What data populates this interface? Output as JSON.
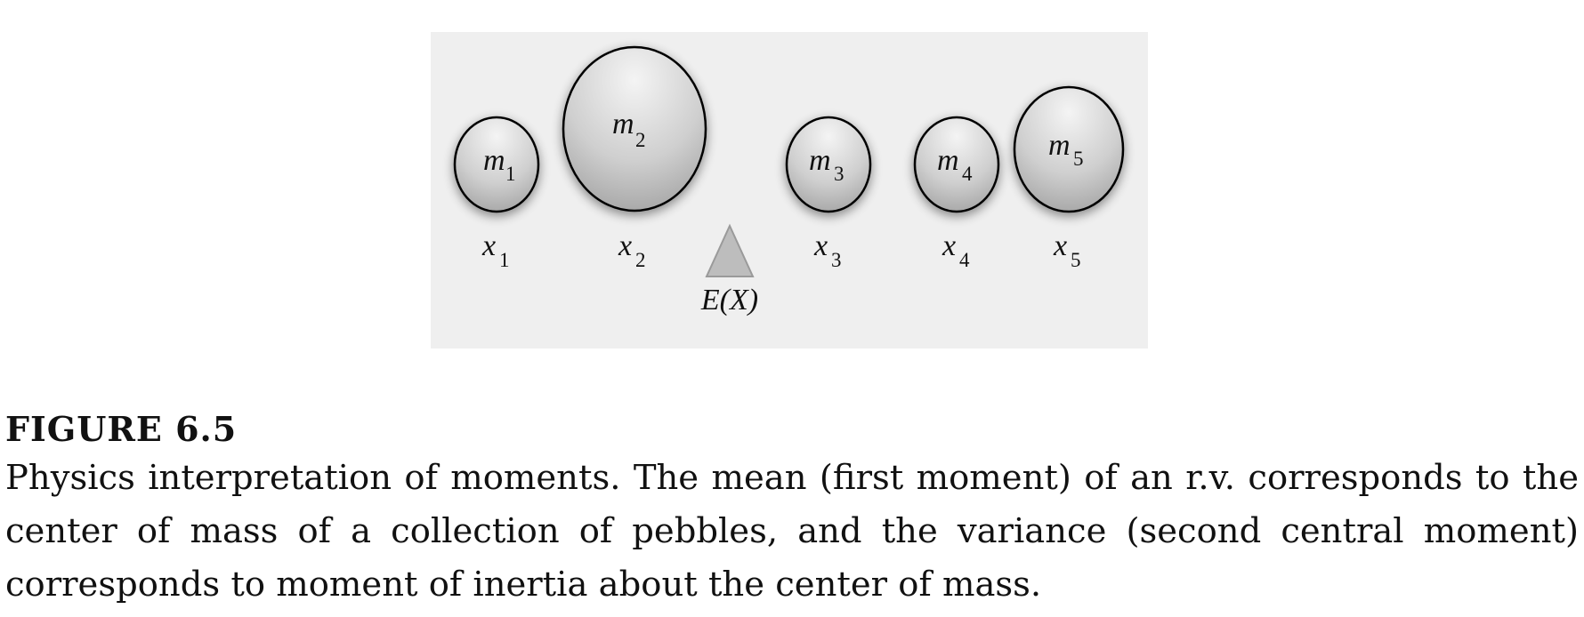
{
  "figure": {
    "pebbles": [
      {
        "mass": "m",
        "mass_sub": "1",
        "pos": "x",
        "pos_sub": "1"
      },
      {
        "mass": "m",
        "mass_sub": "2",
        "pos": "x",
        "pos_sub": "2"
      },
      {
        "mass": "m",
        "mass_sub": "3",
        "pos": "x",
        "pos_sub": "3"
      },
      {
        "mass": "m",
        "mass_sub": "4",
        "pos": "x",
        "pos_sub": "4"
      },
      {
        "mass": "m",
        "mass_sub": "5",
        "pos": "x",
        "pos_sub": "5"
      }
    ],
    "fulcrum_label": "E(X)"
  },
  "caption": {
    "label": "FIGURE 6.5",
    "text": "Physics interpretation of moments. The mean (first moment) of an r.v. corresponds to the center of mass of a collection of pebbles, and the variance (second central moment) corresponds to moment of inertia about the center of mass."
  }
}
